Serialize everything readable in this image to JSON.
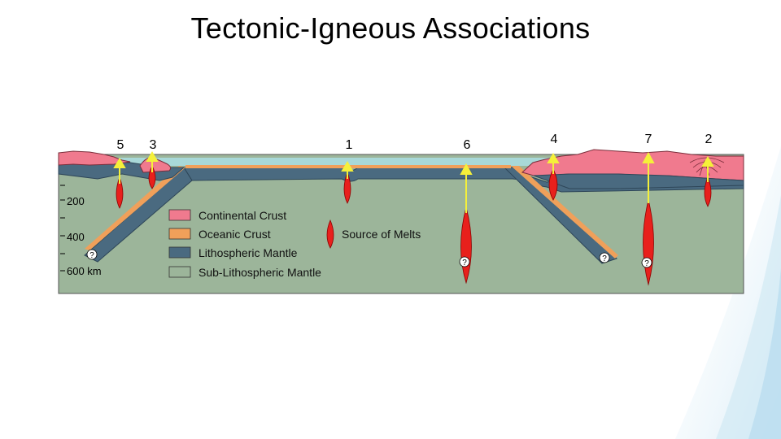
{
  "slide": {
    "title": "Tectonic-Igneous Associations"
  },
  "figure": {
    "site_labels": [
      "5",
      "3",
      "1",
      "6",
      "4",
      "7",
      "2"
    ],
    "depth_labels": [
      "200",
      "400",
      "600 km"
    ],
    "unknown_marker": "?",
    "legend": [
      {
        "label": "Continental Crust",
        "color": "#f07a8e"
      },
      {
        "label": "Oceanic Crust",
        "color": "#f0a05a"
      },
      {
        "label": "Lithospheric Mantle",
        "color": "#4a6a80"
      },
      {
        "label": "Sub-Lithospheric Mantle",
        "color": "#9cb59a"
      },
      {
        "label": "Source of Melts",
        "color": "#e8201c"
      }
    ],
    "colors": {
      "ocean": "#a8d8d8",
      "arrow": "#f5f03a",
      "melt": "#e8201c",
      "melt_outline": "#8b0000"
    }
  }
}
